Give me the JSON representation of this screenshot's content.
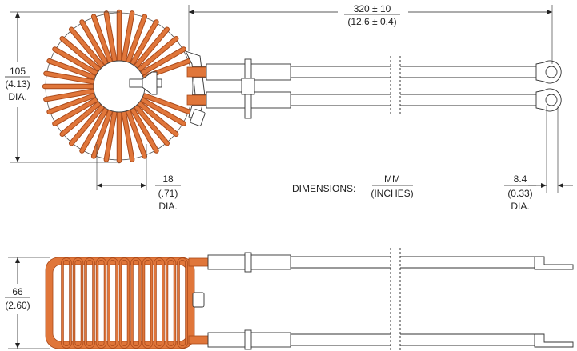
{
  "dimensions": {
    "length": {
      "metric": "320 ± 10",
      "imperial": "(12.6 ± 0.4)"
    },
    "outer_dia": {
      "metric": "105",
      "imperial": "(4.13)",
      "suffix": "DIA."
    },
    "inner_dia": {
      "metric": "18",
      "imperial": "(.71)",
      "suffix": "DIA."
    },
    "lug_dia": {
      "metric": "8.4",
      "imperial": "(0.33)",
      "suffix": "DIA."
    },
    "height": {
      "metric": "66",
      "imperial": "(2.60)"
    }
  },
  "units_note": {
    "label": "DIMENSIONS:",
    "metric_unit": "MM",
    "imperial_unit": "(INCHES)"
  },
  "colors": {
    "copper": "#e0763a",
    "copper_stroke": "#a9491a",
    "line": "#222222"
  }
}
